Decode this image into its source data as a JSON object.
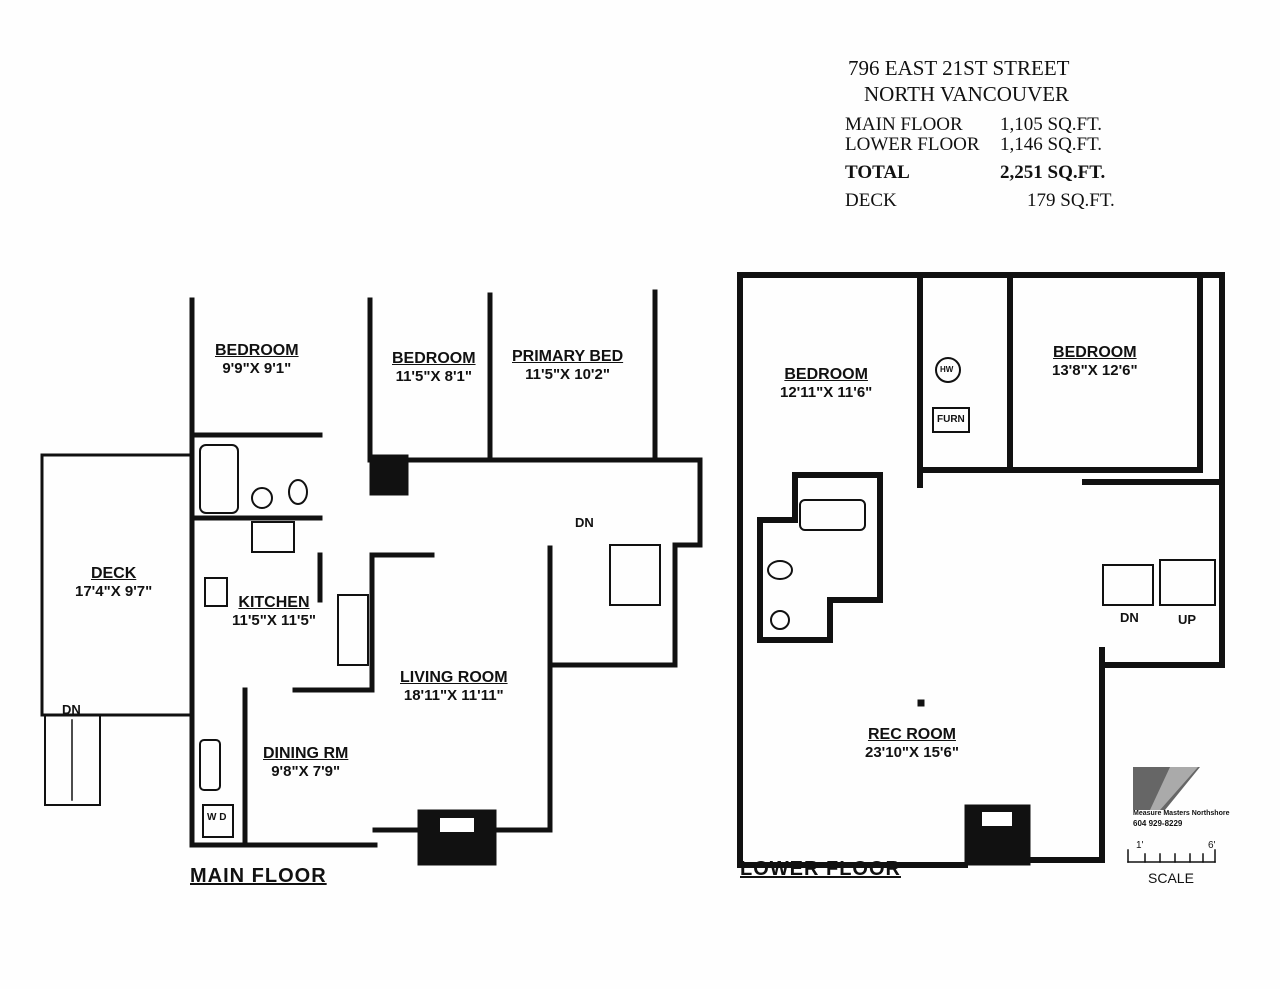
{
  "header": {
    "address": "796 EAST 21ST STREET",
    "city": "NORTH VANCOUVER",
    "areas": [
      {
        "label": "MAIN FLOOR",
        "value": "1,105 SQ.FT."
      },
      {
        "label": "LOWER FLOOR",
        "value": "1,146 SQ.FT."
      },
      {
        "label": "TOTAL",
        "value": "2,251 SQ.FT."
      },
      {
        "label": "DECK",
        "value": "179 SQ.FT."
      }
    ]
  },
  "main_floor": {
    "title": "MAIN FLOOR",
    "rooms": [
      {
        "name": "BEDROOM",
        "dim": "9'9\"X 9'1\""
      },
      {
        "name": "BEDROOM",
        "dim": "11'5\"X 8'1\""
      },
      {
        "name": "PRIMARY BED",
        "dim": "11'5\"X 10'2\""
      },
      {
        "name": "DECK",
        "dim": "17'4\"X 9'7\""
      },
      {
        "name": "KITCHEN",
        "dim": "11'5\"X 11'5\""
      },
      {
        "name": "LIVING ROOM",
        "dim": "18'11\"X 11'11\""
      },
      {
        "name": "DINING RM",
        "dim": "9'8\"X 7'9\""
      }
    ],
    "stair_labels": [
      "DN",
      "DN"
    ],
    "washer_dryer": "W D"
  },
  "lower_floor": {
    "title": "LOWER FLOOR",
    "rooms": [
      {
        "name": "BEDROOM",
        "dim": "12'11\"X 11'6\""
      },
      {
        "name": "BEDROOM",
        "dim": "13'8\"X 12'6\""
      },
      {
        "name": "REC ROOM",
        "dim": "23'10\"X 15'6\""
      }
    ],
    "hw": "HW",
    "furn": "FURN",
    "stair_labels": [
      "DN",
      "UP"
    ]
  },
  "logo": {
    "company": "Measure Masters Northshore",
    "phone": "604 929-8229"
  },
  "scale": {
    "label": "SCALE",
    "start": "1'",
    "end": "6'"
  }
}
